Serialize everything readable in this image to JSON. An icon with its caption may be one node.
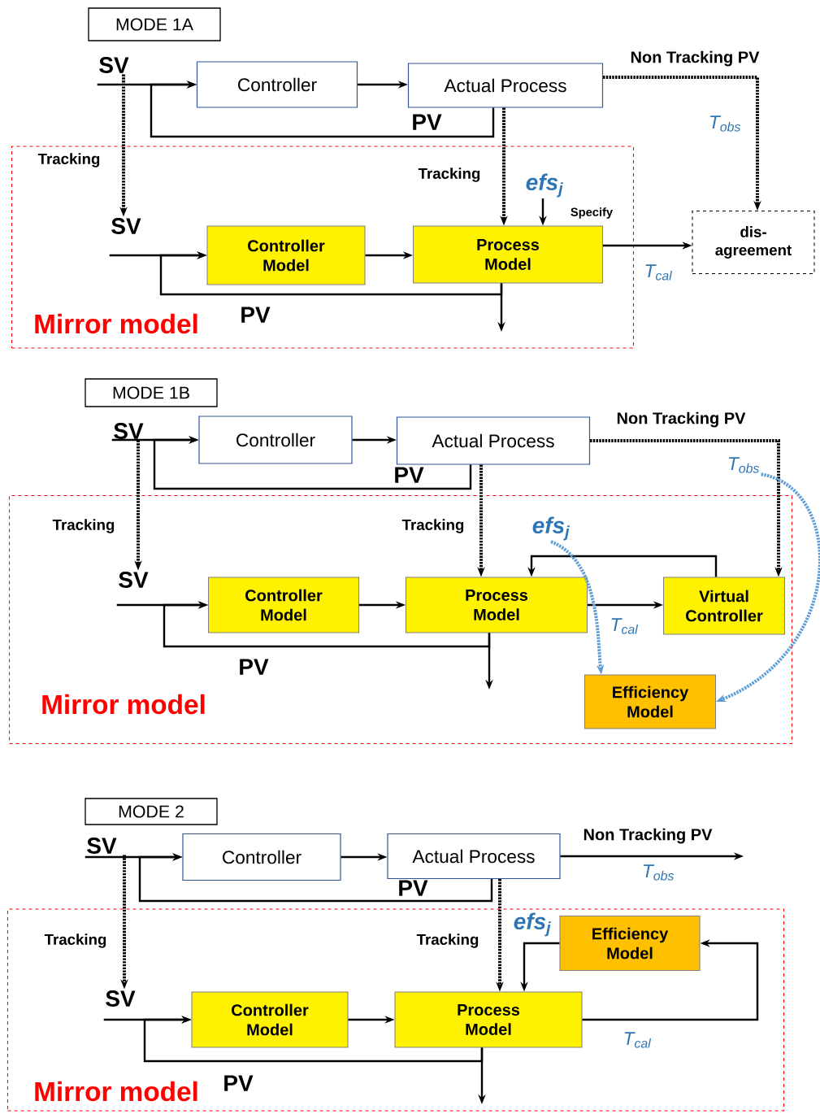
{
  "diagram": {
    "nodes": [
      {
        "text": [
          "MODE 1A"
        ]
      },
      {
        "text": [
          "SV"
        ]
      },
      {
        "text": [
          "Controller"
        ]
      },
      {
        "text": [
          "Actual Process"
        ]
      },
      {
        "text": [
          "Mirror model"
        ]
      },
      {
        "text": [
          "SV"
        ],
        "in": 4
      },
      {
        "text": [
          "Controller Model"
        ],
        "in": 4
      },
      {
        "text": [
          "Process Model"
        ],
        "in": 4
      },
      {
        "text": [
          "efs$_{j}$"
        ],
        "in": 4
      },
      {
        "text": [
          "dis- agreement"
        ]
      },
      {
        "text": [
          "MODE 1B"
        ]
      },
      {
        "text": [
          "SV"
        ]
      },
      {
        "text": [
          "Controller"
        ]
      },
      {
        "text": [
          "Actual Process"
        ]
      },
      {
        "text": [
          "T$_{obs}$"
        ]
      },
      {
        "text": [
          "Mirror model"
        ]
      },
      {
        "text": [
          "SV"
        ],
        "in": 15
      },
      {
        "text": [
          "Controller Model"
        ],
        "in": 15
      },
      {
        "text": [
          "Process Model"
        ],
        "in": 15
      },
      {
        "text": [
          "efs$_{j}$"
        ],
        "in": 15
      },
      {
        "text": [
          "Virtual Controller"
        ],
        "in": 15
      },
      {
        "text": [
          "Efficiency Model"
        ],
        "in": 15
      },
      {
        "text": [
          "MODE 2"
        ]
      },
      {
        "text": [
          "SV"
        ]
      },
      {
        "text": [
          "Controller"
        ]
      },
      {
        "text": [
          "Actual Process"
        ]
      },
      {
        "text": [
          "Mirror model"
        ]
      },
      {
        "text": [
          "SV"
        ],
        "in": 26
      },
      {
        "text": [
          "Controller Model"
        ],
        "in": 26
      },
      {
        "text": [
          "Process Model"
        ],
        "in": 26
      },
      {
        "text": [
          "Efficiency Model"
        ],
        "in": 26
      }
    ],
    "edges": [
      {
        "from": 1,
        "to": 2,
        "arrow": "to"
      },
      {
        "from": 2,
        "to": 3,
        "arrow": "to"
      },
      {
        "from": 3,
        "to": 2,
        "arrow": "to",
        "label": "PV"
      },
      {
        "from": 1,
        "to": 5,
        "arrow": "to",
        "style": "dashed",
        "label": "Tracking"
      },
      {
        "from": 3,
        "to": 7,
        "arrow": "to",
        "style": "dashed",
        "label": "Tracking"
      },
      {
        "from": 5,
        "to": 6,
        "arrow": "to"
      },
      {
        "from": 6,
        "to": 7,
        "arrow": "to"
      },
      {
        "from": 7,
        "to": 6,
        "arrow": "to",
        "label": "PV"
      },
      {
        "from": 7,
        "to": null,
        "arrow": "to"
      },
      {
        "from": 8,
        "to": 7,
        "arrow": "to",
        "label": "Specify"
      },
      {
        "from": 3,
        "to": 9,
        "arrow": "to",
        "style": "dashed",
        "label": "Non Tracking **PV**"
      },
      {
        "from": 7,
        "to": 9,
        "arrow": "to",
        "label": "T$_{cal}$"
      },
      {
        "from": 11,
        "to": 12,
        "arrow": "to"
      },
      {
        "from": 12,
        "to": 13,
        "arrow": "to"
      },
      {
        "from": 13,
        "to": 12,
        "arrow": "to",
        "label": "PV"
      },
      {
        "from": 11,
        "to": 16,
        "arrow": "to",
        "style": "dashed",
        "label": "Tracking"
      },
      {
        "from": 13,
        "to": 18,
        "arrow": "to",
        "style": "dashed",
        "label": "Tracking"
      },
      {
        "from": 16,
        "to": 17,
        "arrow": "to"
      },
      {
        "from": 17,
        "to": 18,
        "arrow": "to"
      },
      {
        "from": 18,
        "to": 17,
        "arrow": "to",
        "label": "PV"
      },
      {
        "from": 18,
        "to": null,
        "arrow": "to"
      },
      {
        "from": 18,
        "to": 20,
        "arrow": "to",
        "label": "T$_{cal}$"
      },
      {
        "from": 20,
        "to": 18,
        "arrow": "to"
      },
      {
        "from": 13,
        "to": 20,
        "arrow": "to",
        "style": "dashed",
        "label": "Non Tracking **PV**"
      },
      {
        "from": 19,
        "to": 21,
        "arrow": "to",
        "style": "dashed",
        "color": "#5b9bd5"
      },
      {
        "from": 14,
        "to": 21,
        "arrow": "to",
        "style": "dashed",
        "color": "#5b9bd5"
      },
      {
        "from": 23,
        "to": 24,
        "arrow": "to"
      },
      {
        "from": 24,
        "to": 25,
        "arrow": "to"
      },
      {
        "from": 25,
        "to": 24,
        "arrow": "to",
        "label": "PV"
      },
      {
        "from": 23,
        "to": 27,
        "arrow": "to",
        "style": "dashed",
        "label": "Tracking"
      },
      {
        "from": 25,
        "to": 29,
        "arrow": "to",
        "style": "dashed",
        "label": "Tracking"
      },
      {
        "from": 27,
        "to": 28,
        "arrow": "to"
      },
      {
        "from": 28,
        "to": 29,
        "arrow": "to"
      },
      {
        "from": 29,
        "to": 28,
        "arrow": "to",
        "label": "PV"
      },
      {
        "from": 29,
        "to": null,
        "arrow": "to"
      },
      {
        "from": 25,
        "to": null,
        "arrow": "to",
        "label": "Non Tracking **PV**"
      },
      {
        "from": 30,
        "to": 29,
        "arrow": "to"
      },
      {
        "from": 29,
        "to": 30,
        "arrow": "to",
        "label": "T$_{cal}$"
      }
    ],
    "labels": [
      "T$_{obs}$",
      "T$_{obs}$",
      "efs$_{j}$"
    ]
  }
}
